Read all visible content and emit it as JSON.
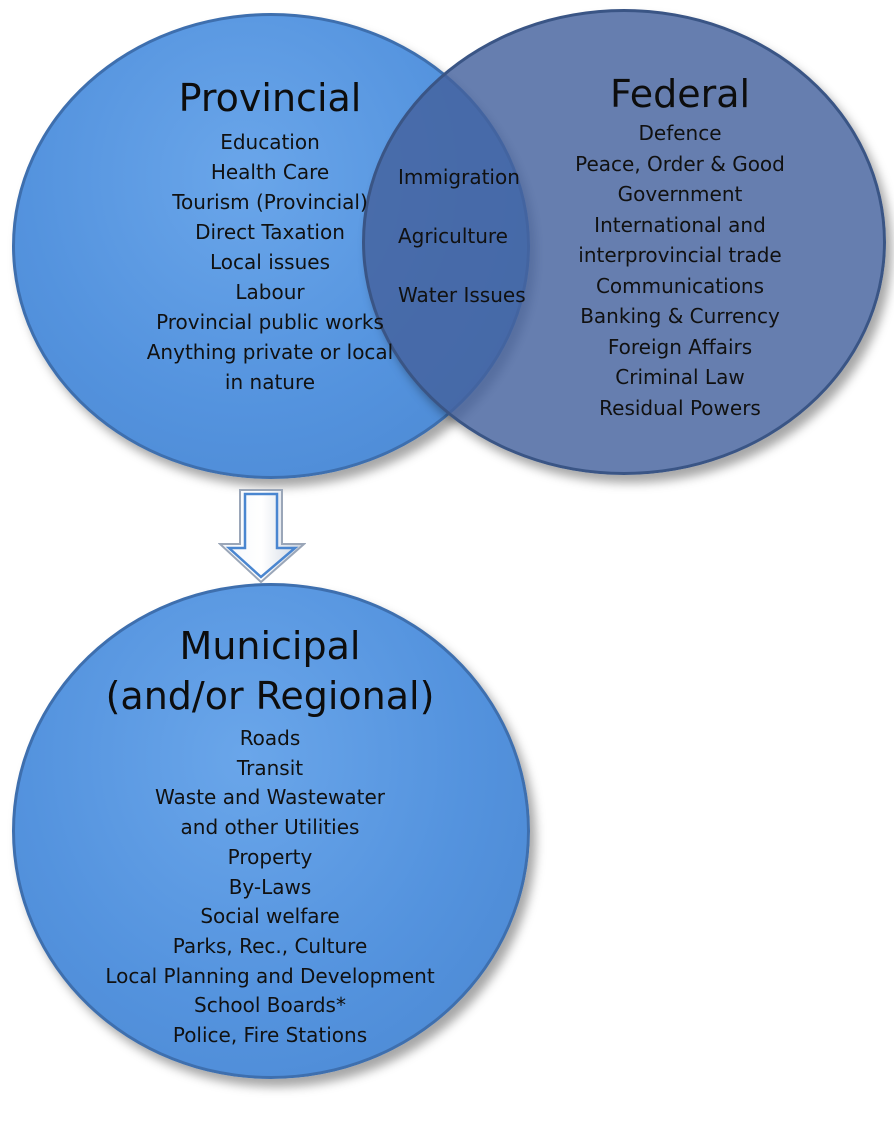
{
  "provincial": {
    "title": "Provincial",
    "items": [
      "Education",
      "Health Care",
      "Tourism (Provincial)",
      "Direct Taxation",
      "Local issues",
      "Labour",
      "Provincial public works",
      "Anything private or local",
      "in nature"
    ]
  },
  "federal": {
    "title": "Federal",
    "items": [
      "Defence",
      "Peace, Order & Good",
      "Government",
      "International and",
      "interprovincial trade",
      "Communications",
      "Banking & Currency",
      "Foreign Affairs",
      "Criminal Law",
      "Residual Powers"
    ]
  },
  "shared": {
    "items": [
      "Immigration",
      "Agriculture",
      "Water Issues"
    ]
  },
  "municipal": {
    "title_line1": "Municipal",
    "title_line2": "(and/or Regional)",
    "items": [
      "Roads",
      "Transit",
      "Waste and Wastewater",
      "and other Utilities",
      "Property",
      "By-Laws",
      "Social welfare",
      "Parks, Rec., Culture",
      "Local Planning and Development",
      "School Boards*",
      "Police, Fire Stations"
    ]
  },
  "colors": {
    "provincial_fill": "#5493de",
    "federal_fill": "#44629e",
    "municipal_fill": "#5493de"
  }
}
